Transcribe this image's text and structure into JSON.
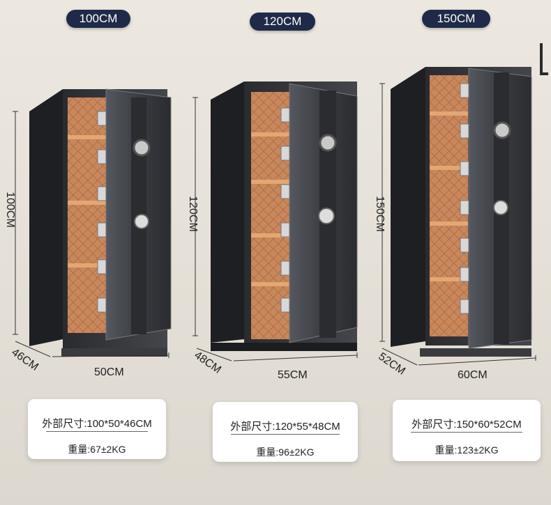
{
  "safes": [
    {
      "height_label": "100CM",
      "height_dim": "100CM",
      "width_dim": "50CM",
      "depth_dim": "46CM",
      "size_text": "外部尺寸:100*50*46CM",
      "weight_text": "重量:67±2KG"
    },
    {
      "height_label": "120CM",
      "height_dim": "120CM",
      "width_dim": "55CM",
      "depth_dim": "48CM",
      "size_text": "外部尺寸:120*55*48CM",
      "weight_text": "重量:96±2KG"
    },
    {
      "height_label": "150CM",
      "height_dim": "150CM",
      "width_dim": "60CM",
      "depth_dim": "52CM",
      "size_text": "外部尺寸:150*60*52CM",
      "weight_text": "重量:123±2KG"
    }
  ],
  "colors": {
    "pill_bg": "#1f2a48",
    "safe_dark": "#2b2d31",
    "interior": "#c98a62"
  }
}
